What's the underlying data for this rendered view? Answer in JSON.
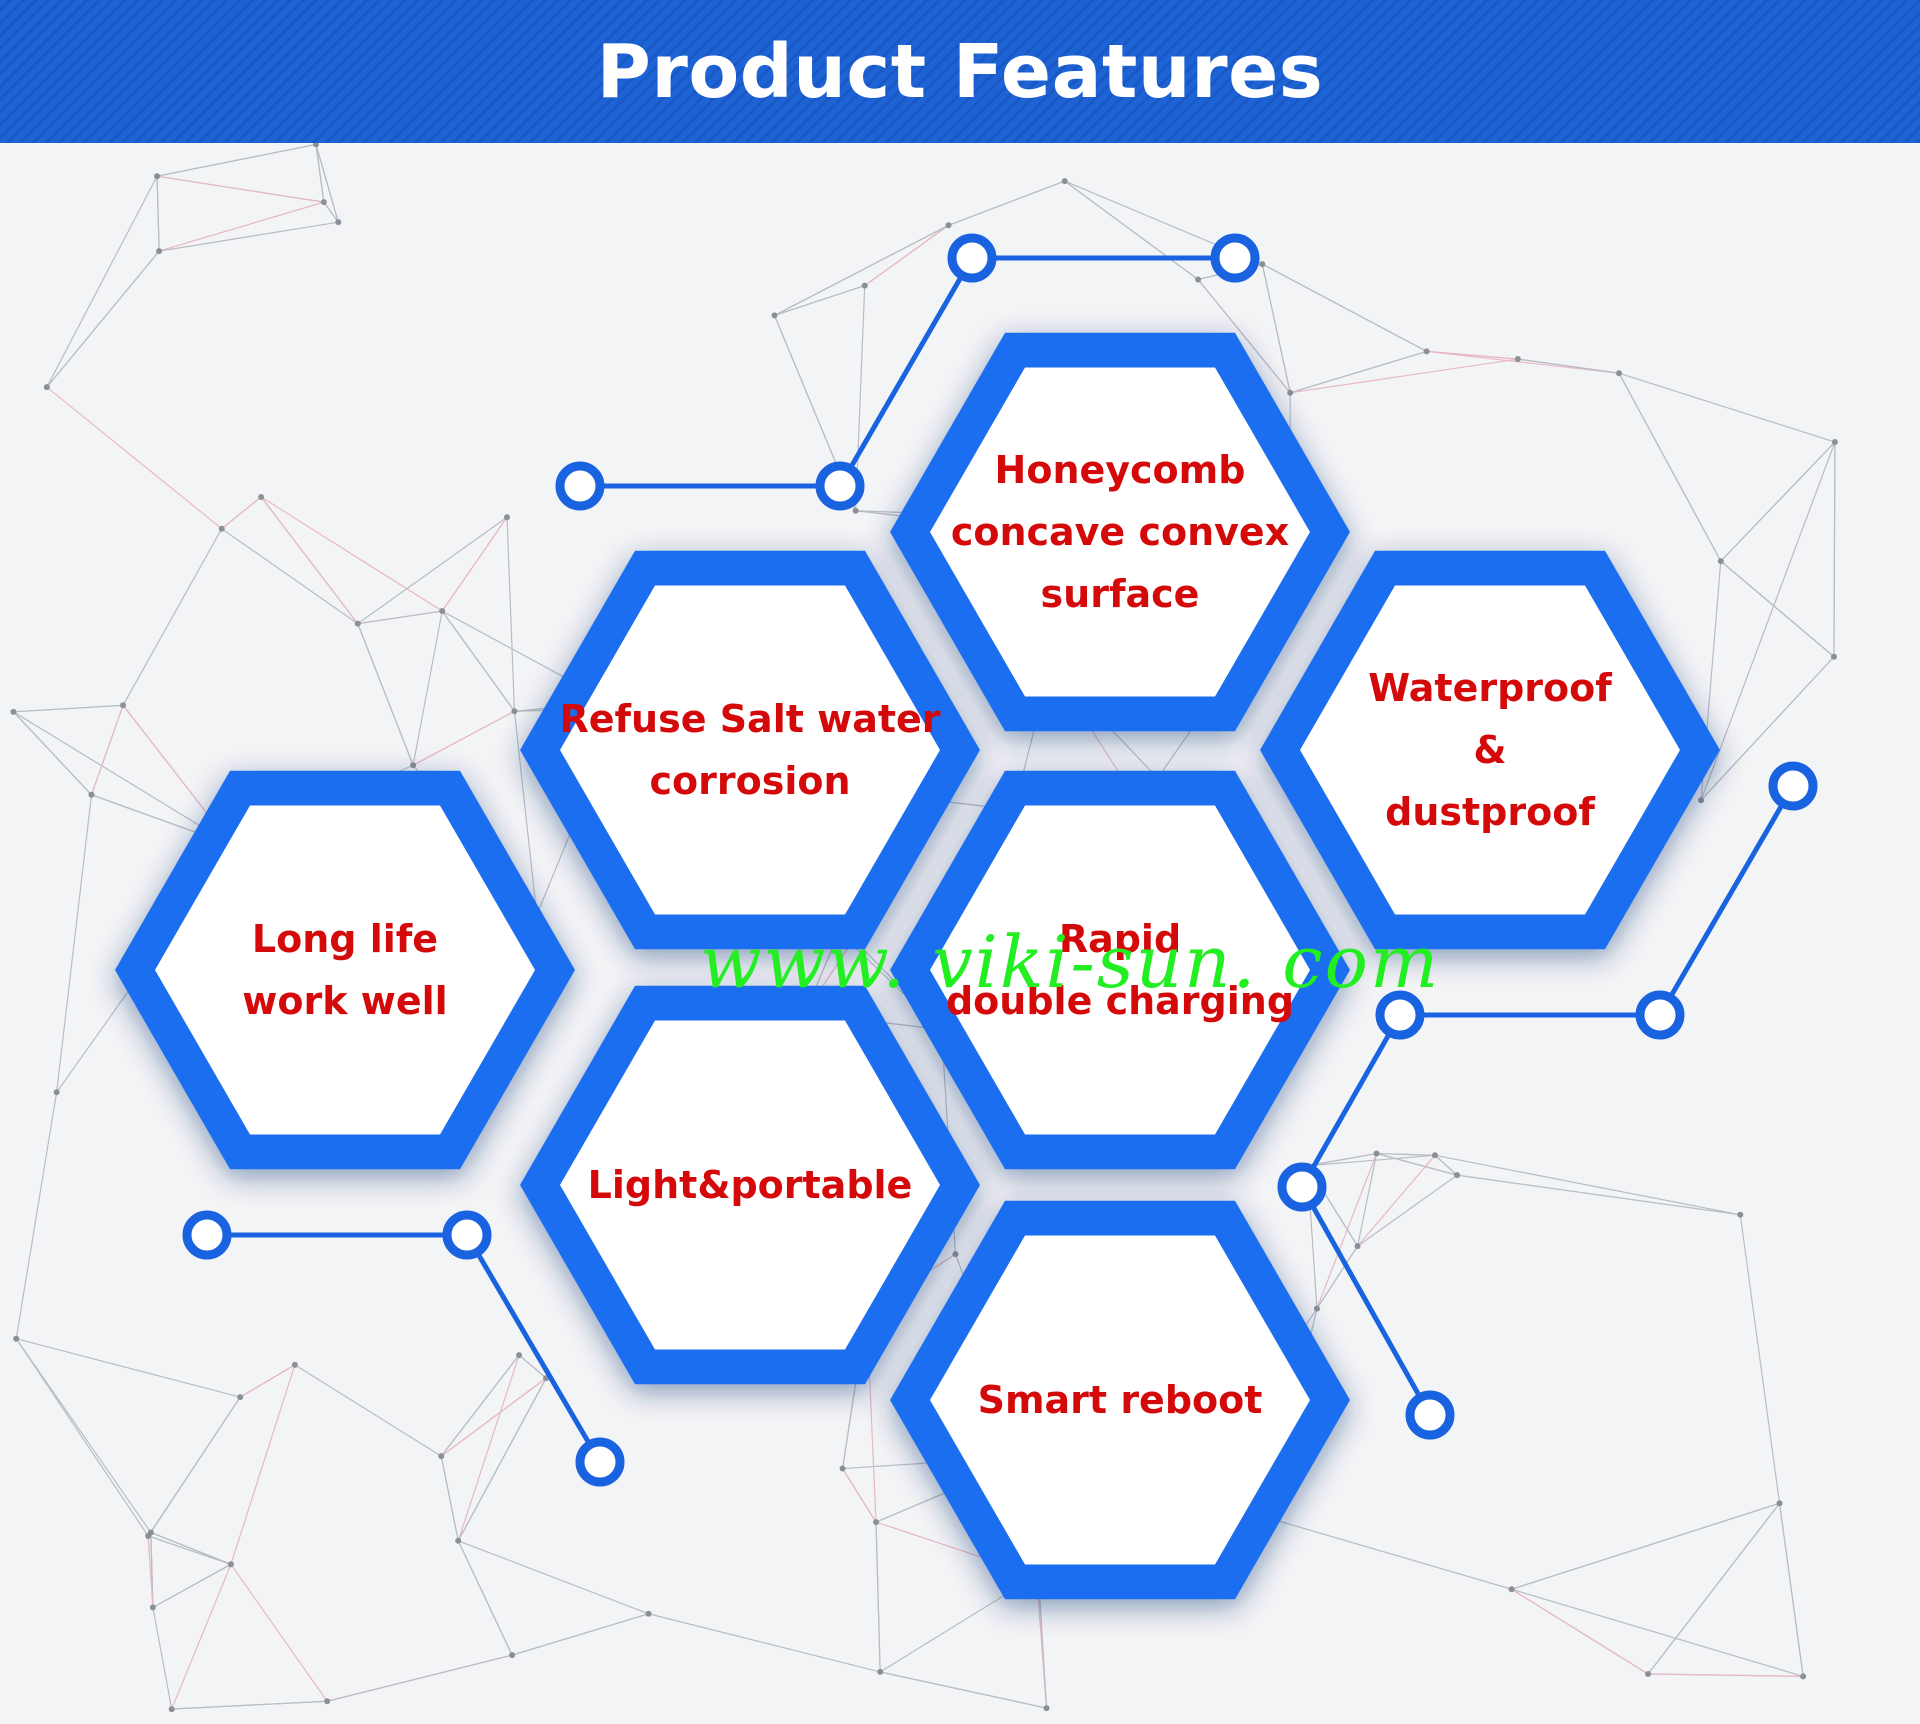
{
  "header": {
    "title": "Product Features"
  },
  "features": [
    {
      "id": "honeycomb",
      "lines": [
        "Honeycomb",
        "concave convex",
        "surface"
      ]
    },
    {
      "id": "refuse-salt",
      "lines": [
        "Refuse Salt water",
        "corrosion"
      ]
    },
    {
      "id": "waterproof",
      "lines": [
        "Waterproof",
        "&",
        "dustproof"
      ]
    },
    {
      "id": "long-life",
      "lines": [
        "Long life",
        "work well"
      ]
    },
    {
      "id": "rapid",
      "lines": [
        "Rapid",
        "double charging"
      ]
    },
    {
      "id": "light",
      "lines": [
        "Light&portable"
      ]
    },
    {
      "id": "smart-reboot",
      "lines": [
        "Smart reboot"
      ]
    }
  ],
  "watermark": "www. viki-sun. com",
  "colors": {
    "hex_border": "#1e6ef0",
    "text": "#d40a0a",
    "header": "#1e63d6",
    "watermark": "#22ee22"
  }
}
